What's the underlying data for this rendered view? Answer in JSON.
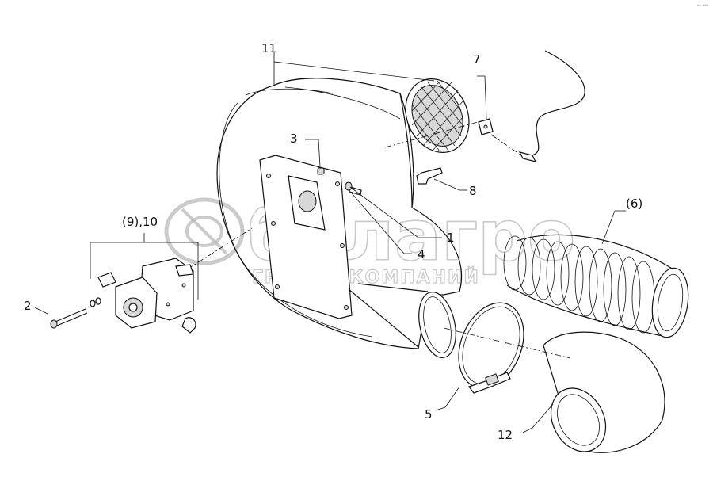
{
  "watermark": {
    "brand": "белагро",
    "subtitle": "ГРУППА КОМПАНИЙ"
  },
  "corner_mark": "ᵃᵘ ⁹⁹⁹",
  "callouts": {
    "c1": "1",
    "c2": "2",
    "c3": "3",
    "c4": "4",
    "c5": "5",
    "c6": "(6)",
    "c7": "7",
    "c8": "8",
    "c9_10": "(9),10",
    "c11": "11",
    "c12": "12"
  },
  "icons": {
    "blower": "fan-housing-icon",
    "motor": "hydraulic-motor-icon",
    "hose": "corrugated-hose-icon",
    "clamp": "hose-clamp-icon",
    "grille": "intake-grille-icon",
    "sensor": "sensor-cable-icon"
  }
}
